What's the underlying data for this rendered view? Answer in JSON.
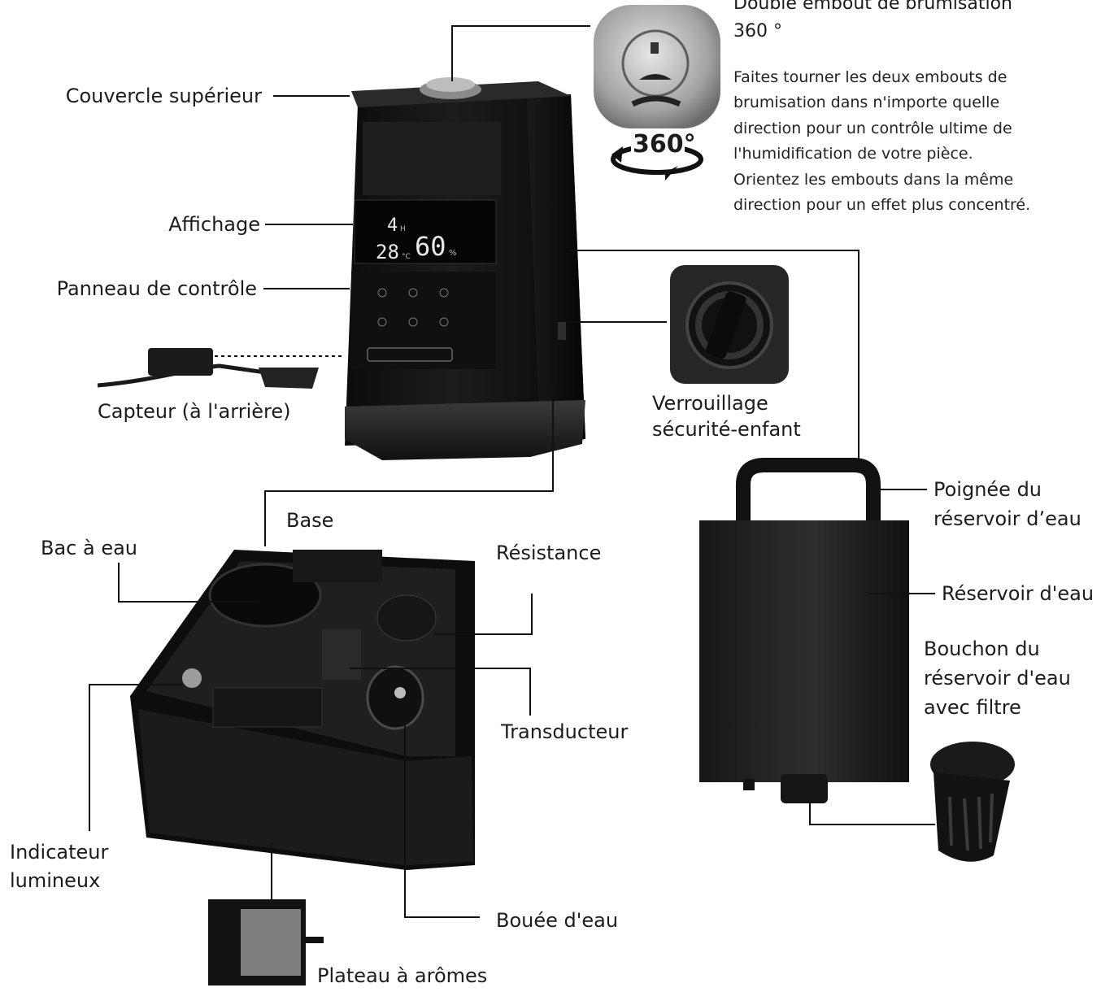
{
  "labels": {
    "top_cover": "Couvercle supérieur",
    "display": "Affichage",
    "control_panel": "Panneau de contrôle",
    "sensor": "Capteur (à l'arrière)",
    "child_lock": [
      "Verrouillage",
      "sécurité-enfant"
    ],
    "base": "Base",
    "water_tray": "Bac à eau",
    "heater": "Résistance",
    "transducer": "Transducteur",
    "light_indicator": [
      "Indicateur",
      "lumineux"
    ],
    "water_float": "Bouée d'eau",
    "aroma_tray": "Plateau à arômes",
    "tank_handle": [
      "Poignée du",
      "réservoir d’eau"
    ],
    "water_tank": "Réservoir d'eau",
    "tank_cap": [
      "Bouchon du",
      "réservoir d'eau",
      "avec filtre"
    ]
  },
  "nozzle": {
    "title": [
      "Double embout de brumisation",
      "360 °"
    ],
    "description": [
      "Faites tourner les deux embouts de",
      "brumisation dans n'importe quelle",
      "direction pour un contrôle ultime de",
      "l'humidification de votre pièce.",
      "Orientez les embouts dans la même",
      "direction pour un effet plus concentré."
    ],
    "rotation_badge": "360°"
  },
  "device_display": {
    "timer": "4",
    "timer_unit": "H",
    "temperature": "28",
    "temperature_unit": "°C",
    "humidity": "60",
    "humidity_unit": "%"
  },
  "colors": {
    "device_body": "#161616",
    "device_edge": "#2b2b2b",
    "leader_line": "#111111",
    "lcd_digits": "#e8e8e8"
  }
}
